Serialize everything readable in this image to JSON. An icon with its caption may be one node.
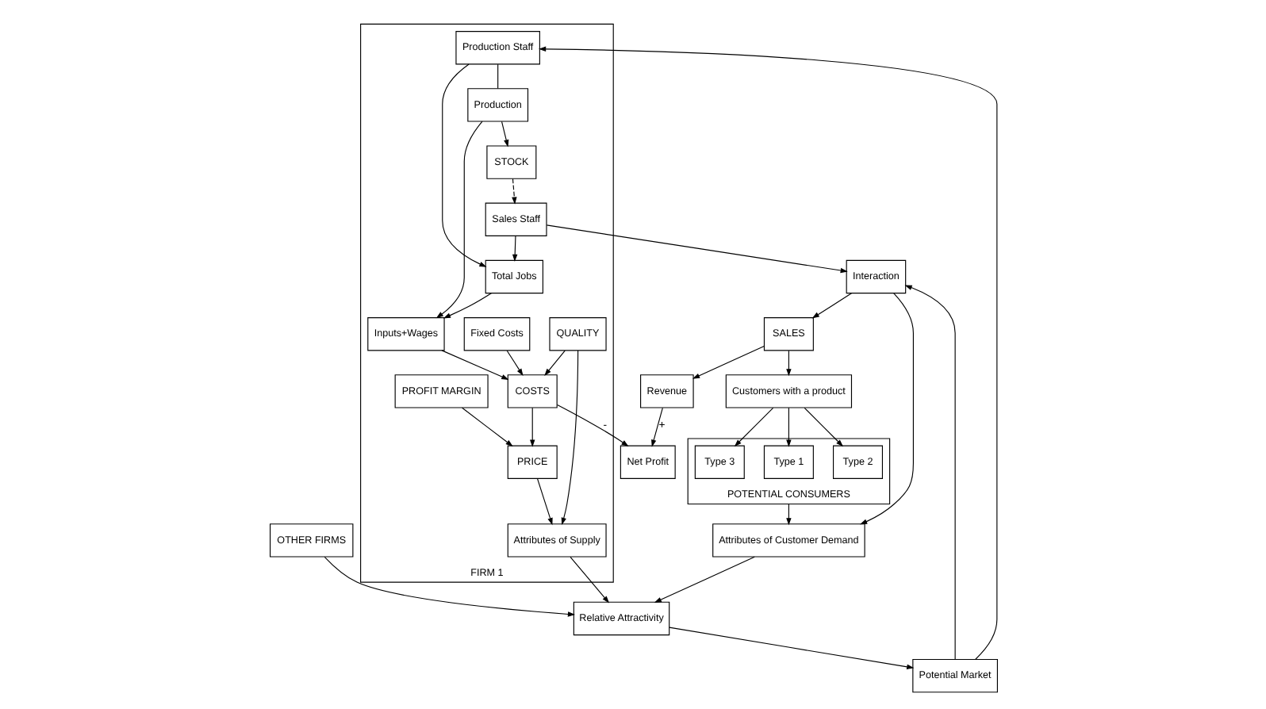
{
  "diagram": {
    "nodes": [
      {
        "text": [
          "Revenue"
        ]
      },
      {
        "text": [
          "Net Profit"
        ]
      },
      {
        "text": [
          "FIRM 1"
        ]
      },
      {
        "text": [
          "Total Jobs"
        ],
        "in": 2
      },
      {
        "text": [
          "Sales Staff"
        ],
        "in": 2
      },
      {
        "text": [
          "Production Staff"
        ],
        "in": 2
      },
      {
        "text": [
          "STOCK"
        ],
        "in": 2
      },
      {
        "text": [
          "Inputs+Wages"
        ],
        "in": 2
      },
      {
        "text": [
          "Production"
        ],
        "in": 2
      },
      {
        "text": [
          "Fixed Costs"
        ],
        "in": 2
      },
      {
        "text": [
          "COSTS"
        ],
        "in": 2
      },
      {
        "text": [
          "QUALITY"
        ],
        "in": 2
      },
      {
        "text": [
          "PRICE"
        ],
        "in": 2
      },
      {
        "text": [
          "Attributes of Supply"
        ],
        "in": 2
      },
      {
        "text": [
          "PROFIT MARGIN"
        ],
        "in": 2
      },
      {
        "text": [
          "SALES"
        ]
      },
      {
        "text": [
          "Interaction"
        ]
      },
      {
        "text": [
          "Potential Market"
        ]
      },
      {
        "text": [
          "Relative Attractivity"
        ]
      },
      {
        "text": [
          "OTHER FIRMS"
        ]
      },
      {
        "text": [
          "Attributes of Customer Demand"
        ]
      },
      {
        "text": [
          "Customers with a product"
        ]
      },
      {
        "text": [
          "POTENTIAL CONSUMERS"
        ]
      },
      {
        "text": [
          "Type 1"
        ],
        "in": 22
      },
      {
        "text": [
          "Type 2"
        ],
        "in": 22
      },
      {
        "text": [
          "Type 3"
        ],
        "in": 22
      }
    ],
    "edges": [
      {
        "from": 15,
        "to": 0,
        "arrow": "to"
      },
      {
        "from": 0,
        "to": 1,
        "arrow": "to",
        "label": "+"
      },
      {
        "from": 10,
        "to": 1,
        "arrow": "to",
        "label": "-"
      },
      {
        "from": 4,
        "to": 3,
        "arrow": "to"
      },
      {
        "from": 5,
        "to": 3,
        "arrow": "to"
      },
      {
        "from": 3,
        "to": 7,
        "arrow": "to"
      },
      {
        "from": 5,
        "to": 8,
        "arrow": "none"
      },
      {
        "from": 8,
        "to": 7,
        "arrow": "to"
      },
      {
        "from": 8,
        "to": 6,
        "arrow": "to"
      },
      {
        "from": 6,
        "to": 4,
        "arrow": "to",
        "style": "dashed"
      },
      {
        "from": 17,
        "to": 5,
        "arrow": "to"
      },
      {
        "from": 7,
        "to": 10,
        "arrow": "to"
      },
      {
        "from": 9,
        "to": 10,
        "arrow": "to"
      },
      {
        "from": 11,
        "to": 10,
        "arrow": "to"
      },
      {
        "from": 10,
        "to": 12,
        "arrow": "to"
      },
      {
        "from": 11,
        "to": 13,
        "arrow": "to"
      },
      {
        "from": 12,
        "to": 13,
        "arrow": "to"
      },
      {
        "from": 14,
        "to": 12,
        "arrow": "to"
      },
      {
        "from": 13,
        "to": 18,
        "arrow": "to"
      },
      {
        "from": 18,
        "to": 17,
        "arrow": "to"
      },
      {
        "from": 19,
        "to": 18,
        "arrow": "to"
      },
      {
        "from": 20,
        "to": 18,
        "arrow": "to"
      },
      {
        "from": 16,
        "to": 20,
        "arrow": "to"
      },
      {
        "from": 22,
        "to": 20,
        "arrow": "to"
      },
      {
        "from": 17,
        "to": 16,
        "arrow": "to"
      },
      {
        "from": 16,
        "to": 15,
        "arrow": "to"
      },
      {
        "from": 4,
        "to": 16,
        "arrow": "to"
      },
      {
        "from": 15,
        "to": 21,
        "arrow": "to"
      },
      {
        "from": 21,
        "to": 23,
        "arrow": "to"
      },
      {
        "from": 21,
        "to": 24,
        "arrow": "to"
      },
      {
        "from": 21,
        "to": 25,
        "arrow": "to"
      }
    ]
  }
}
